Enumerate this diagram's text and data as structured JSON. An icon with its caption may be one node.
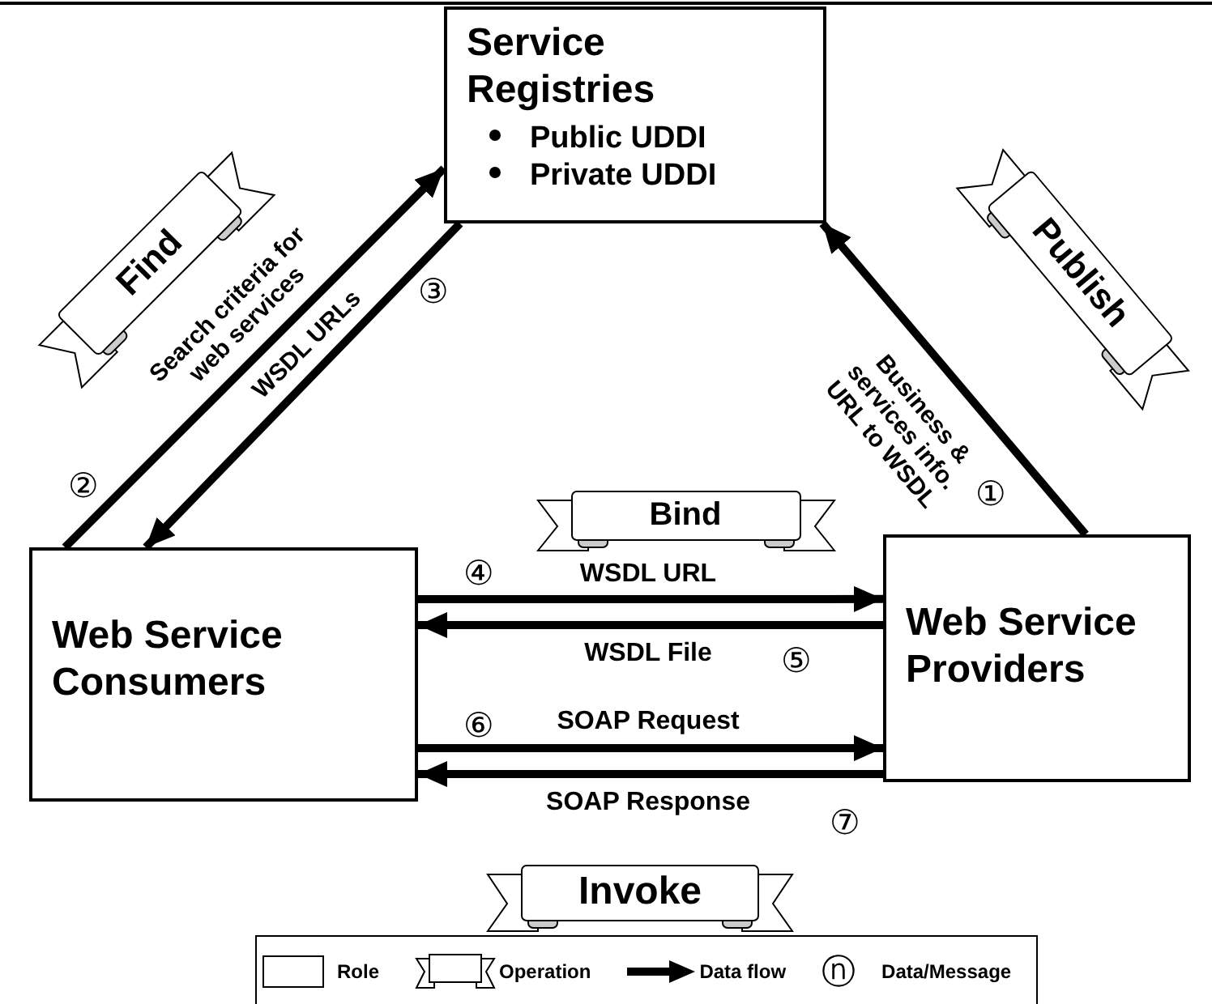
{
  "diagram": {
    "nodes": [
      {
        "text": [
          "Service Registries",
          "Public UDDI",
          "Private UDDI"
        ]
      },
      {
        "text": [
          "Web Service Consumers"
        ]
      },
      {
        "text": [
          "Web Service Providers"
        ]
      },
      {
        "text": [
          "Find"
        ]
      },
      {
        "text": [
          "Publish"
        ]
      },
      {
        "text": [
          "Bind"
        ]
      },
      {
        "text": [
          "Invoke"
        ]
      }
    ],
    "edges": [
      {
        "from": 1,
        "to": 0,
        "arrow": "to",
        "label": "Search criteria for web services"
      },
      {
        "from": 0,
        "to": 1,
        "arrow": "to",
        "label": "WSDL URLs"
      },
      {
        "from": 2,
        "to": 0,
        "arrow": "to",
        "label": "Business & services info. URL to WSDL"
      },
      {
        "from": 1,
        "to": 2,
        "arrow": "to",
        "label": "WSDL URL"
      },
      {
        "from": 2,
        "to": 1,
        "arrow": "to",
        "label": "WSDL File"
      },
      {
        "from": 1,
        "to": 2,
        "arrow": "to",
        "label": "SOAP Request"
      },
      {
        "from": 2,
        "to": 1,
        "arrow": "to",
        "label": "SOAP Response"
      }
    ],
    "labels": [
      "③",
      "②",
      "①",
      "④",
      "⑤",
      "⑥",
      "⑦",
      "ⓝ"
    ],
    "legend": [
      {
        "text": "Role"
      },
      {
        "text": "Operation"
      },
      {
        "text": "Data flow"
      },
      {
        "text": "Data/Message"
      }
    ]
  }
}
